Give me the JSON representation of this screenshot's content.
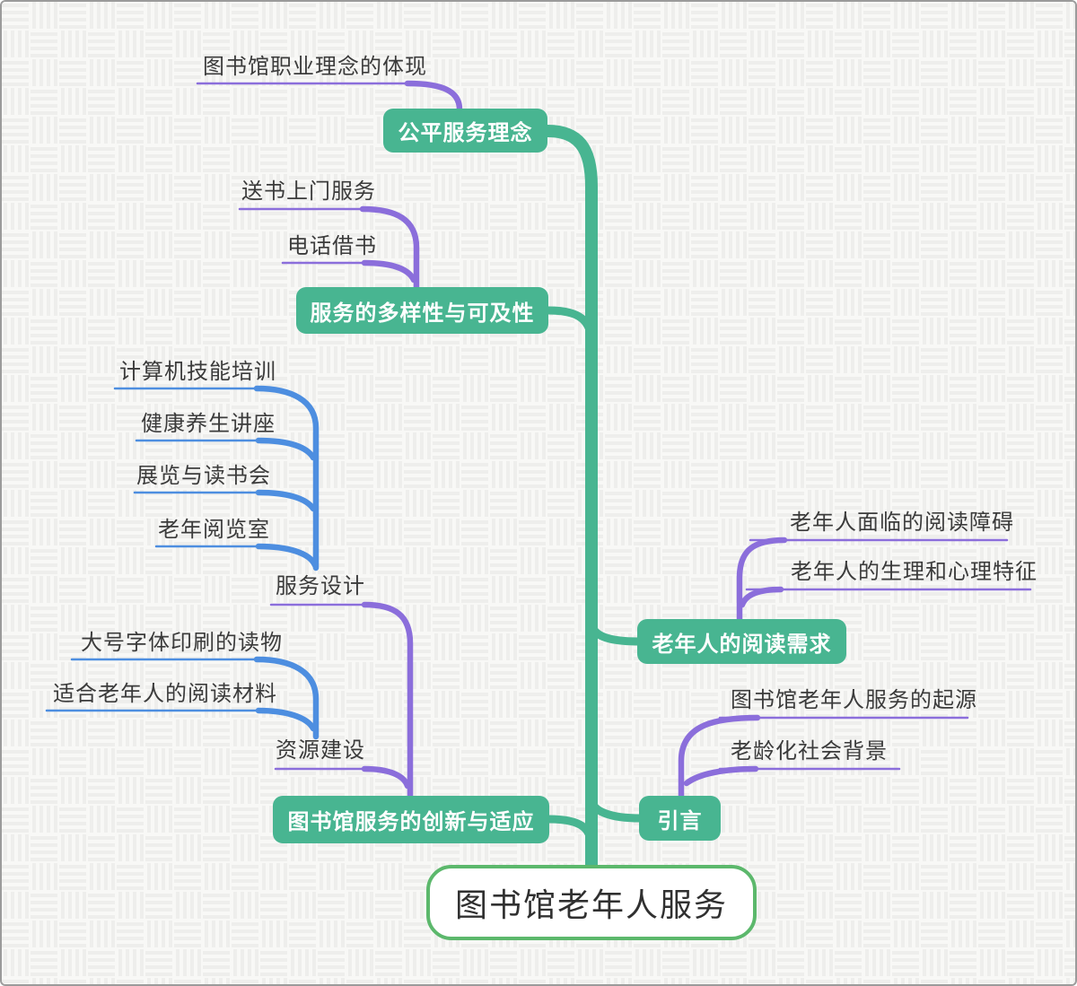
{
  "mindmap": {
    "root": "图书馆老年人服务",
    "branches": [
      {
        "label": "公平服务理念",
        "children": [
          {
            "label": "图书馆职业理念的体现"
          }
        ]
      },
      {
        "label": "服务的多样性与可及性",
        "children": [
          {
            "label": "送书上门服务"
          },
          {
            "label": "电话借书"
          }
        ]
      },
      {
        "label": "老年人的阅读需求",
        "children": [
          {
            "label": "老年人面临的阅读障碍"
          },
          {
            "label": "老年人的生理和心理特征"
          }
        ]
      },
      {
        "label": "引言",
        "children": [
          {
            "label": "图书馆老年人服务的起源"
          },
          {
            "label": "老龄化社会背景"
          }
        ]
      },
      {
        "label": "图书馆服务的创新与适应",
        "children": [
          {
            "label": "服务设计",
            "children": [
              {
                "label": "计算机技能培训"
              },
              {
                "label": "健康养生讲座"
              },
              {
                "label": "展览与读书会"
              },
              {
                "label": "老年阅览室"
              }
            ]
          },
          {
            "label": "资源建设",
            "children": [
              {
                "label": "大号字体印刷的读物"
              },
              {
                "label": "适合老年人的阅读材料"
              }
            ]
          }
        ]
      }
    ]
  },
  "colors": {
    "green": "#48B591",
    "root_border": "#5CB86C",
    "purple": "#8B6EDB",
    "blue": "#4D8EE0",
    "label_text": "#3B3B3B",
    "node_text": "#FFFFFF",
    "root_text": "#303030"
  }
}
